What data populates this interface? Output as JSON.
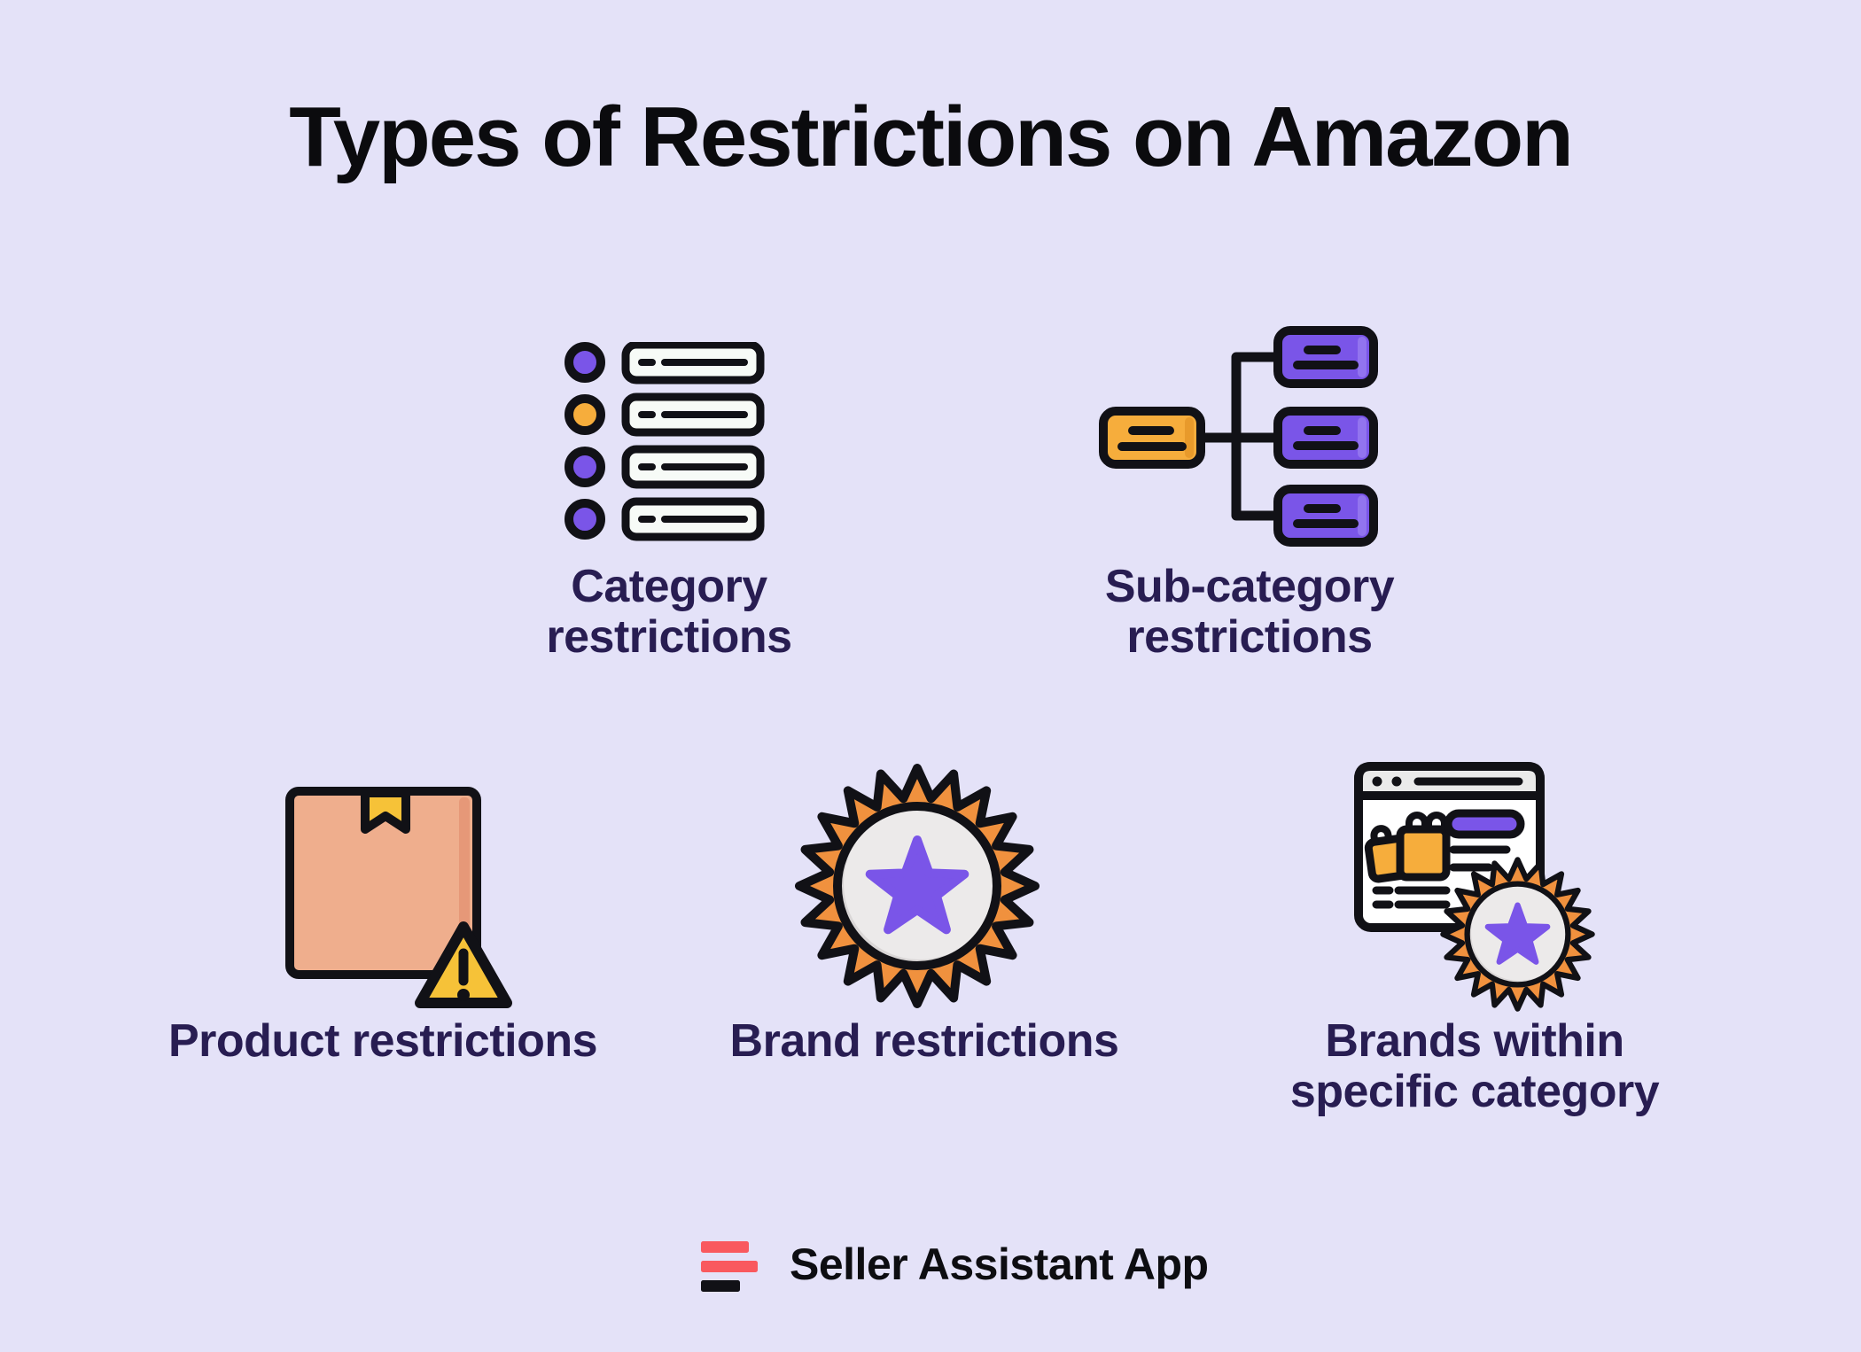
{
  "title": "Types of Restrictions on Amazon",
  "items": [
    {
      "id": "category",
      "label": "Category restrictions",
      "icon": "checklist-icon"
    },
    {
      "id": "sub-category",
      "label": "Sub-category restrictions",
      "icon": "hierarchy-icon"
    },
    {
      "id": "product",
      "label": "Product restrictions",
      "icon": "package-warning-icon"
    },
    {
      "id": "brand",
      "label": "Brand restrictions",
      "icon": "star-badge-icon"
    },
    {
      "id": "brands-within-category",
      "label": "Brands within specific category",
      "icon": "storefront-badge-icon"
    }
  ],
  "footer": {
    "brand_name": "Seller Assistant App",
    "logo_icon": "seller-assistant-logo"
  },
  "colors": {
    "bg": "#E4E2F8",
    "ink": "#111116",
    "label-ink": "#281D52",
    "purple": "#7A55E8",
    "purple-edge": "#9274EF",
    "orange": "#F6AD3C",
    "orange-edge": "#E89A2B",
    "burst-orange": "#F0913E",
    "salmon": "#EFAE8D",
    "salmon-edge": "#E69878",
    "yellow": "#F6C238",
    "badge-gray": "#ECEAEA",
    "badge-gray-dark": "#D9D6D6",
    "bar-fill": "#F7FBF7",
    "header-gray": "#EAEAEA",
    "coral": "#F9595E",
    "white": "#FFFFFF"
  }
}
